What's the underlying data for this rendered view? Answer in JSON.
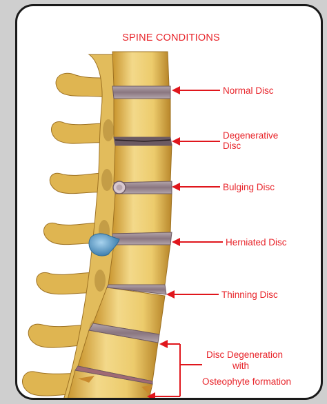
{
  "title": "SPINE CONDITIONS",
  "colors": {
    "label": "#e8242a",
    "arrow": "#e0161c",
    "frame": "#1a1a1a",
    "bone": "#e9c46a",
    "disc": "#8e7d86",
    "herniation": "#5a9ac4"
  },
  "labels": {
    "normal": "Normal Disc",
    "degenerative_1": "Degenerative",
    "degenerative_2": "Disc",
    "bulging": "Bulging Disc",
    "herniated": "Herniated Disc",
    "thinning": "Thinning Disc",
    "osteo_1": "Disc Degeneration",
    "osteo_2": "with",
    "osteo_3": "Osteophyte formation"
  }
}
